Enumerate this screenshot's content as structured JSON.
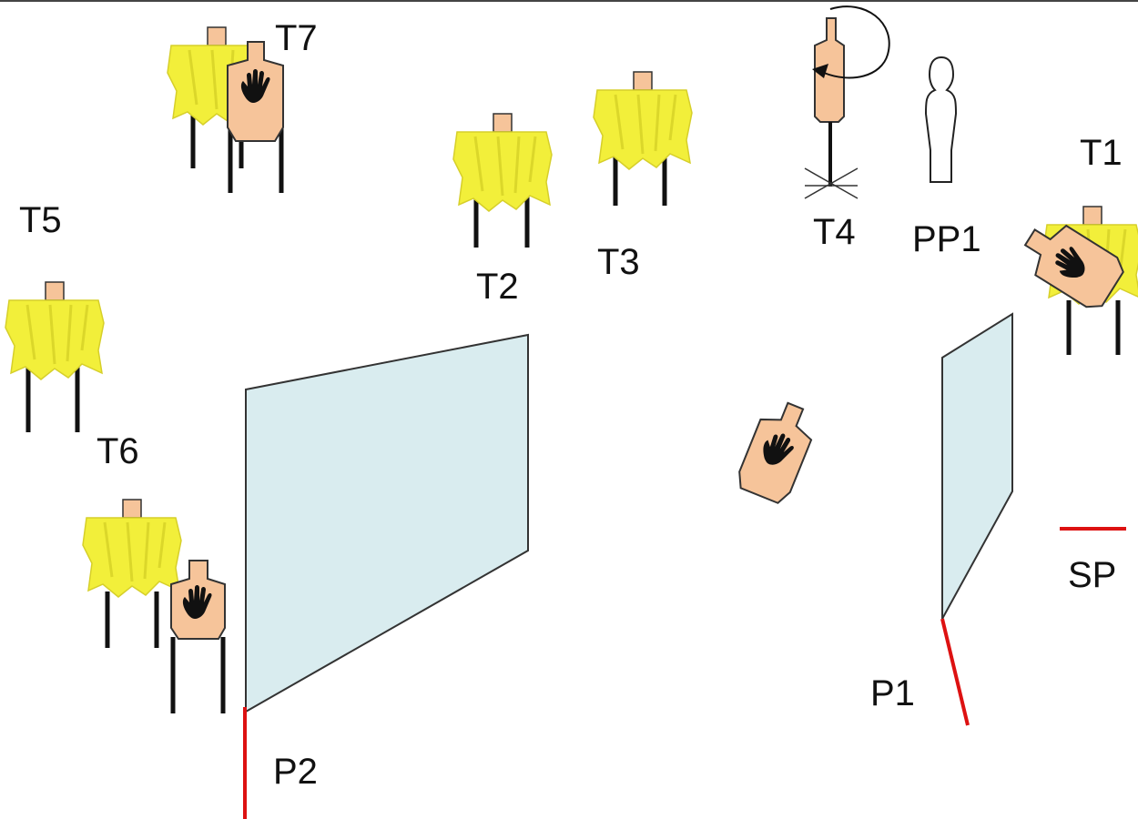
{
  "labels": {
    "t1": "T1",
    "t2": "T2",
    "t3": "T3",
    "t4": "T4",
    "t5": "T5",
    "t6": "T6",
    "t7": "T7",
    "pp1": "PP1",
    "sp": "SP",
    "p1": "P1",
    "p2": "P2"
  },
  "colors": {
    "wall_fill": "#d9ecef",
    "wall_stroke": "#333333",
    "fault_line": "#dd1111",
    "target_tan": "#f6c49a",
    "target_outline": "#333333",
    "yellow_target": "#f2ef3a",
    "yellow_shade": "#c9c21e",
    "stand": "#111111"
  }
}
